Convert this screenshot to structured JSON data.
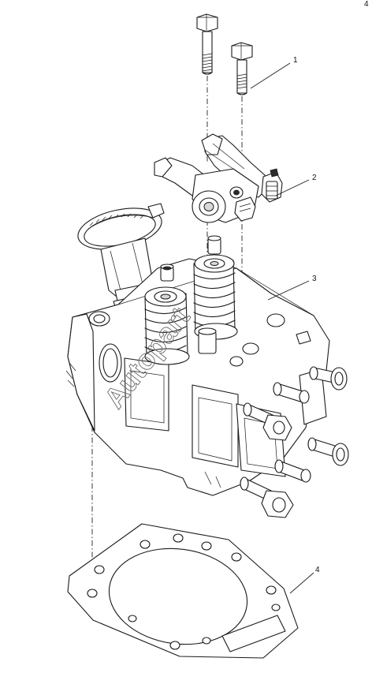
{
  "diagram": {
    "page_mark": "4",
    "watermark": "Autopart",
    "callouts": [
      {
        "id": "1",
        "label": "1"
      },
      {
        "id": "2",
        "label": "2"
      },
      {
        "id": "3",
        "label": "3"
      },
      {
        "id": "4",
        "label": "4"
      }
    ]
  }
}
